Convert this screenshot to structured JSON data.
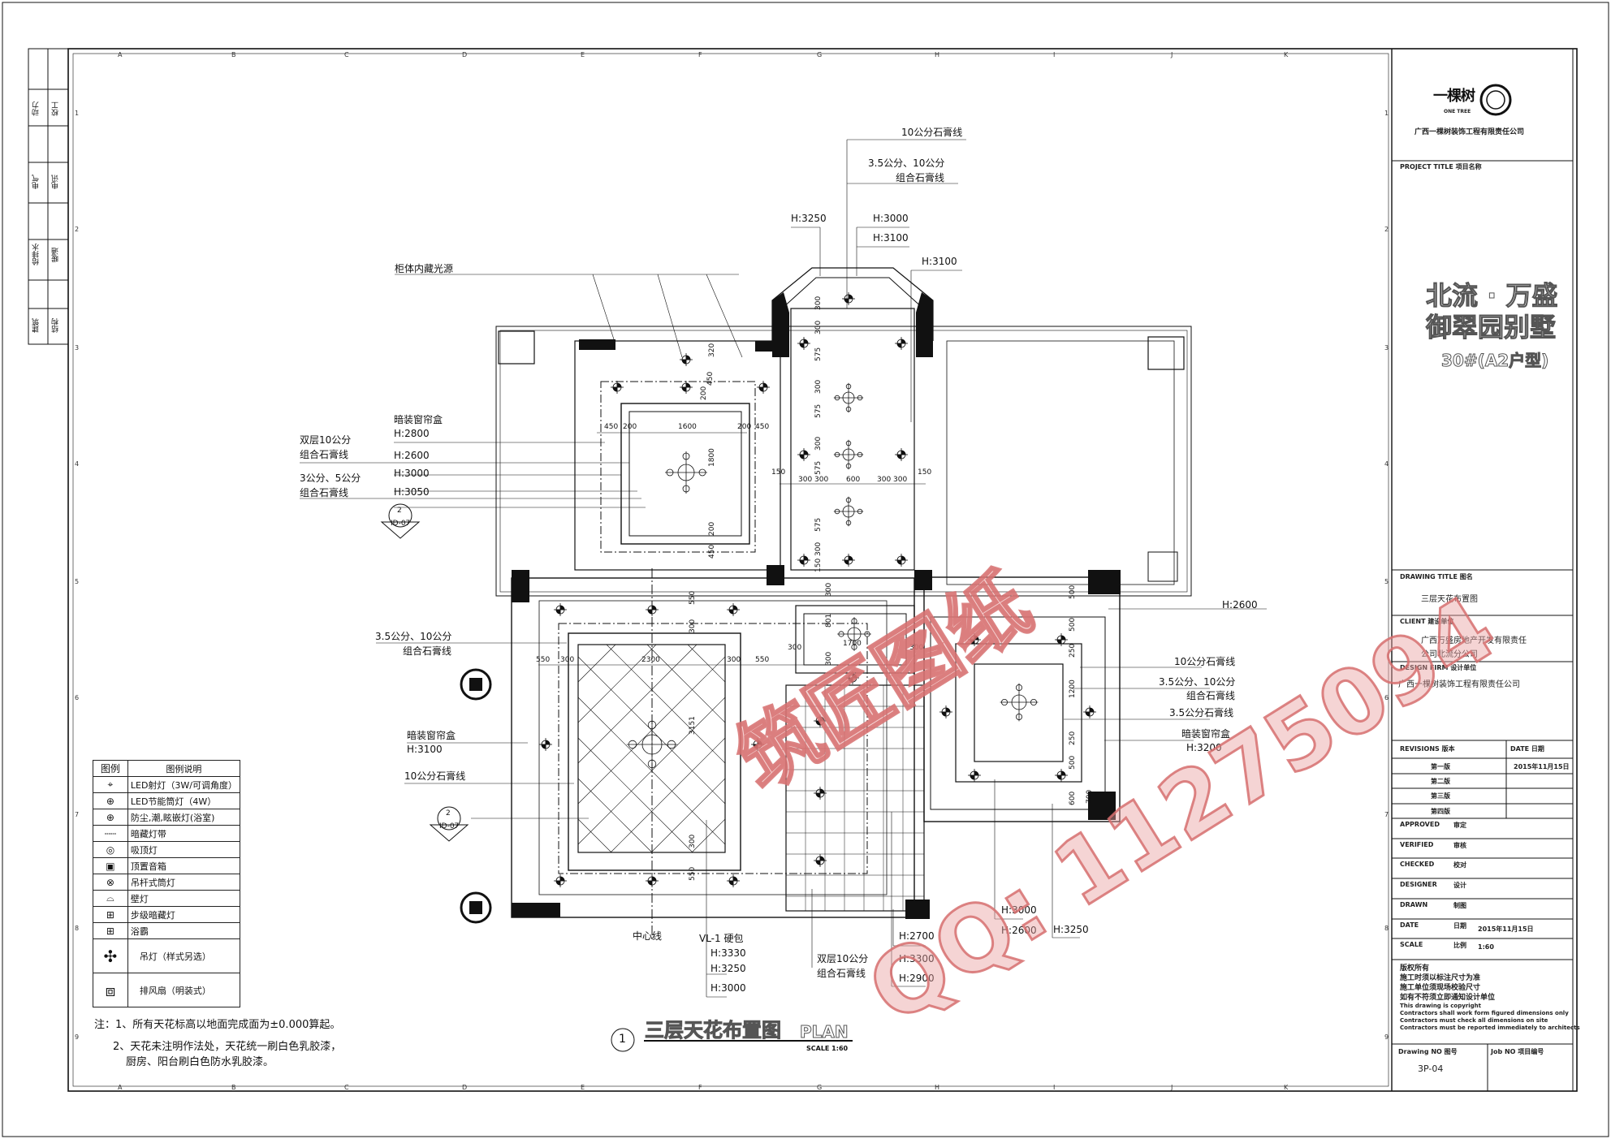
{
  "grid": {
    "columns": [
      "A",
      "B",
      "C",
      "D",
      "E",
      "F",
      "G",
      "H",
      "I",
      "J",
      "K"
    ],
    "rows": [
      "1",
      "2",
      "3",
      "4",
      "5",
      "6",
      "7",
      "8",
      "9"
    ]
  },
  "left_strip": [
    "动力",
    "校工",
    "电气",
    "电讯",
    "给排水",
    "暖通",
    "建筑",
    "结构"
  ],
  "title_block": {
    "logo_text": "一棵树",
    "logo_sub": "ONE TREE",
    "company": "广西一棵树装饰工程有限责任公司",
    "project_title_label": "PROJECT TITLE  项目名称",
    "project_name_1": "北流 · 万盛",
    "project_name_2": "御翠园别墅",
    "project_name_3": "30#(A2户型)",
    "drawing_title_label": "DRAWING TITLE  图名",
    "drawing_title": "三层天花布置图",
    "client_label": "CLIENT  建设单位",
    "client_1": "广西万盛房地产开发有限责任",
    "client_2": "公司北流分公司",
    "design_firm_label": "DESIGN FIRM  设计单位",
    "design_firm": "广西一棵树装饰工程有限责任公司",
    "revisions_label": "REVISIONS  版本",
    "date_label": "DATE  日期",
    "revisions": [
      {
        "name": "第一版",
        "date": "2015年11月15日"
      },
      {
        "name": "第二版",
        "date": ""
      },
      {
        "name": "第三版",
        "date": ""
      },
      {
        "name": "第四版",
        "date": ""
      }
    ],
    "approved": "APPROVED",
    "approved_cn": "审定",
    "verified": "VERIFIED",
    "verified_cn": "审核",
    "checked": "CHECKED",
    "checked_cn": "校对",
    "designer": "DESIGNER",
    "designer_cn": "设计",
    "drawn": "DRAWN",
    "drawn_cn": "制图",
    "date": "DATE",
    "date_cn": "日期",
    "date_value": "2015年11月15日",
    "scale": "SCALE",
    "scale_cn": "比例",
    "scale_value": "1:60",
    "copyright": [
      "版权所有",
      "施工时须以标注尺寸为准",
      "施工单位须现场校验尺寸",
      "如有不符须立即通知设计单位",
      "This drawing is copyright",
      "Contractors shall work form figured dimensions only",
      "Contractors must check all dimensions on site",
      "Contractors must be reported immediately to architects"
    ],
    "drawing_no_label": "Drawing NO  图号",
    "drawing_no": "3P-04",
    "job_no_label": "Job NO  项目编号"
  },
  "annotations": {
    "a1": "10公分石膏线",
    "a2": "3.5公分、10公分",
    "a3": "组合石膏线",
    "h3250_top": "H:3250",
    "h3000_top": "H:3000",
    "h3100_top": "H:3100",
    "h3100_right": "H:3100",
    "cabinet_light": "柜体内藏光源",
    "curtain_box_1": "暗装窗帘盒",
    "h2800": "H:2800",
    "double_10": "双层10公分",
    "combo_1": "组合石膏线",
    "h2600_l": "H:2600",
    "h3000_l": "H:3000",
    "three_five": "3公分、5公分",
    "combo_2": "组合石膏线",
    "h3050": "H:3050",
    "left_35_10": "3.5公分、10公分",
    "left_combo": "组合石膏线",
    "curtain_box_2": "暗装窗帘盒",
    "h3100_l": "H:3100",
    "left_10": "10公分石膏线",
    "r_h2600": "H:2600",
    "r_10": "10公分石膏线",
    "r_35_10": "3.5公分、10公分",
    "r_combo": "组合石膏线",
    "r_35": "3.5公分石膏线",
    "r_curtain": "暗装窗帘盒",
    "r_h3200": "H:3200",
    "b_h3000": "H:3000",
    "b_h2600": "H:2600",
    "b_h3250": "H:3250",
    "b_h2700": "H:2700",
    "b_h3300": "H:3300",
    "b_h2900": "H:2900",
    "b_double": "双层10公分",
    "b_combo": "组合石膏线",
    "centerline": "中心线",
    "vl1": "VL-1 硬包",
    "vl_h3330": "H:3330",
    "vl_h3250": "H:3250",
    "vl_h3000": "H:3000",
    "section_num": "2",
    "section_ref": "ID-07"
  },
  "dims": {
    "d320": "320",
    "d450a": "450",
    "d200a": "200",
    "d450b": "450",
    "d200b": "200",
    "d1600": "1600",
    "d200c": "200",
    "d450c": "450",
    "d1800": "1800",
    "d200d": "200",
    "d450d": "450",
    "c300a": "300",
    "c300b": "300",
    "c575a": "575",
    "c300c": "300",
    "c575b": "575",
    "c300d": "300",
    "c575c": "575",
    "c575d": "575",
    "c300e": "300",
    "c150": "150",
    "w150a": "150",
    "w300a": "300",
    "w300b": "300",
    "w600": "600",
    "w300c": "300",
    "w300d": "300",
    "w150b": "150",
    "l550a": "550",
    "l300a": "300",
    "l2300": "2300",
    "l300b": "300",
    "l550b": "550",
    "l550v": "550",
    "l300v": "300",
    "l3151": "3151",
    "l300v2": "300",
    "l550v2": "550",
    "k300a": "300",
    "k801": "801",
    "k1700": "1700",
    "k300b": "300",
    "k300v": "300",
    "k300v2": "300",
    "r500a": "500",
    "r500b": "500",
    "r250a": "250",
    "r1200": "1200",
    "r250b": "250",
    "r500c": "500",
    "r600": "600",
    "r700": "700"
  },
  "legend": {
    "header_symbol": "图例",
    "header_desc": "图例说明",
    "items": [
      {
        "icon": "led-spotlight",
        "glyph": "⌖",
        "label": "LED射灯（3W/可调角度）"
      },
      {
        "icon": "led-downlight",
        "glyph": "⊕",
        "label": "LED节能筒灯（4W）"
      },
      {
        "icon": "moisture-proof-light",
        "glyph": "⊕",
        "label": "防尘,潮,眩嵌灯(浴室)"
      },
      {
        "icon": "hidden-light-strip",
        "glyph": "┄┄",
        "label": "暗藏灯带"
      },
      {
        "icon": "ceiling-light",
        "glyph": "◎",
        "label": "吸顶灯"
      },
      {
        "icon": "ceiling-speaker",
        "glyph": "▣",
        "label": "顶置音箱"
      },
      {
        "icon": "pendant-downlight",
        "glyph": "⊗",
        "label": "吊杆式筒灯"
      },
      {
        "icon": "wall-lamp",
        "glyph": "⌓",
        "label": "壁灯"
      },
      {
        "icon": "step-light",
        "glyph": "⊞",
        "label": "步级暗藏灯"
      },
      {
        "icon": "bath-heater",
        "glyph": "⊞",
        "label": "浴霸"
      },
      {
        "icon": "chandelier",
        "glyph": "✣",
        "label": "吊灯（样式另选）"
      },
      {
        "icon": "exhaust-fan",
        "glyph": "⧈",
        "label": "排风扇（明装式）"
      }
    ]
  },
  "notes": [
    "注：1、所有天花标高以地面完成面为±0.000算起。",
    "2、天花未注明作法处，天花统一刷白色乳胶漆，",
    "厨房、阳台刷白色防水乳胶漆。"
  ],
  "plan_title": {
    "number": "1",
    "title": "三层天花布置图",
    "plan": "PLAN",
    "scale": "SCALE 1:60"
  },
  "watermark": {
    "line1": "筑匠图纸",
    "line2": "QQ: 11275094"
  },
  "colors": {
    "line": "#111111",
    "watermark": "#d66e6e"
  }
}
